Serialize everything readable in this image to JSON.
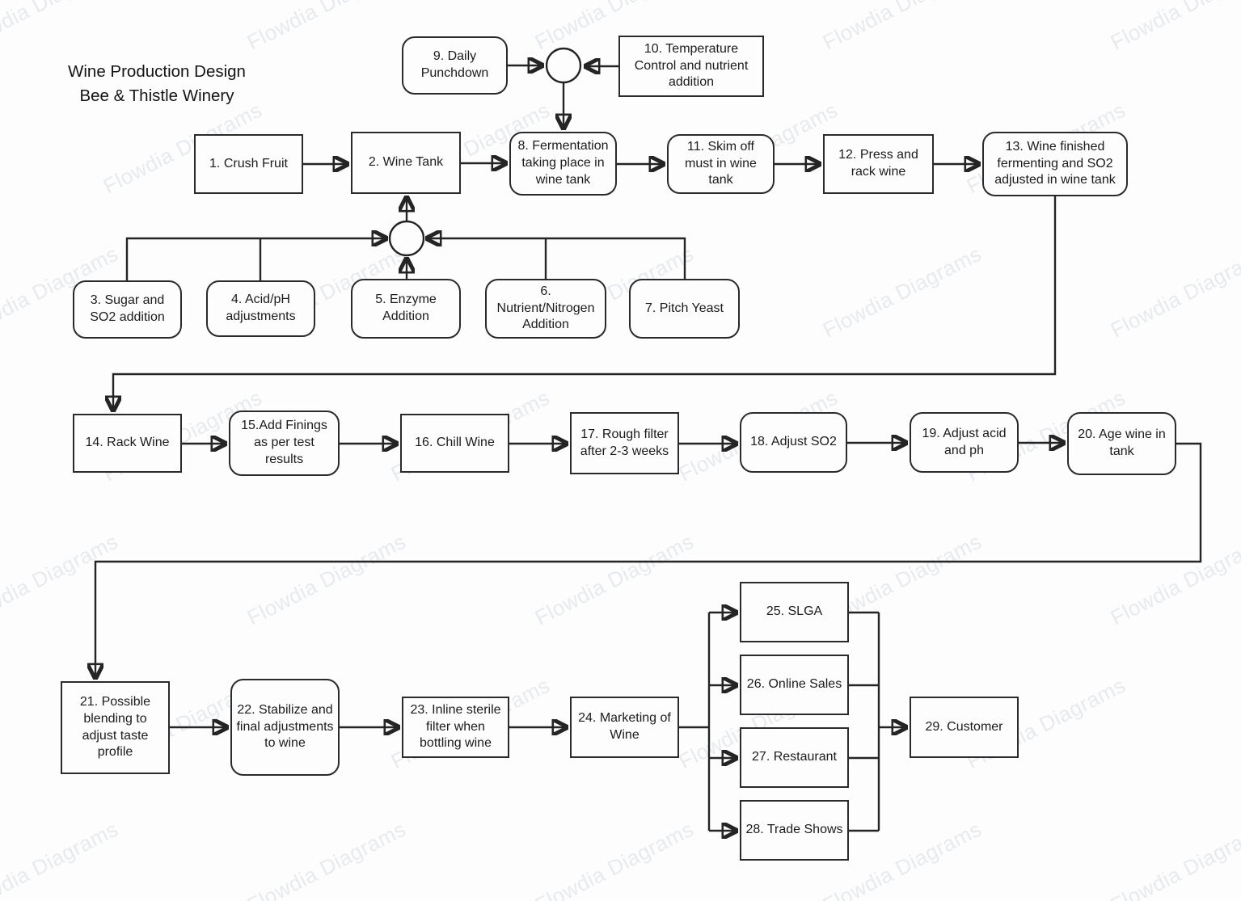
{
  "title": {
    "line1": "Wine Production Design",
    "line2": "Bee & Thistle Winery"
  },
  "watermark": {
    "text": "Flowdia Diagrams"
  },
  "diagram": {
    "nodes": [
      {
        "id": "1",
        "label": "1. Crush Fruit",
        "shape": "rect"
      },
      {
        "id": "2",
        "label": "2. Wine Tank",
        "shape": "rect"
      },
      {
        "id": "3",
        "label": "3. Sugar and SO2 addition",
        "shape": "rounded"
      },
      {
        "id": "4",
        "label": "4. Acid/pH adjustments",
        "shape": "rounded"
      },
      {
        "id": "5",
        "label": "5. Enzyme Addition",
        "shape": "rounded"
      },
      {
        "id": "6",
        "label": "6. Nutrient/Nitrogen Addition",
        "shape": "rounded"
      },
      {
        "id": "7",
        "label": "7. Pitch Yeast",
        "shape": "rounded"
      },
      {
        "id": "8",
        "label": "8. Fermentation taking place in wine tank",
        "shape": "rounded"
      },
      {
        "id": "9",
        "label": "9. Daily Punchdown",
        "shape": "rounded"
      },
      {
        "id": "10",
        "label": "10. Temperature Control and nutrient addition",
        "shape": "rect"
      },
      {
        "id": "11",
        "label": "11. Skim off must in wine tank",
        "shape": "rounded"
      },
      {
        "id": "12",
        "label": "12. Press and rack wine",
        "shape": "rect"
      },
      {
        "id": "13",
        "label": "13. Wine finished fermenting and SO2 adjusted in wine tank",
        "shape": "rounded"
      },
      {
        "id": "14",
        "label": "14. Rack Wine",
        "shape": "rect"
      },
      {
        "id": "15",
        "label": "15.Add Finings as per test results",
        "shape": "rounded"
      },
      {
        "id": "16",
        "label": "16. Chill Wine",
        "shape": "rect"
      },
      {
        "id": "17",
        "label": "17. Rough filter after 2-3 weeks",
        "shape": "rect"
      },
      {
        "id": "18",
        "label": "18. Adjust SO2",
        "shape": "rounded"
      },
      {
        "id": "19",
        "label": "19. Adjust acid and ph",
        "shape": "rounded"
      },
      {
        "id": "20",
        "label": "20. Age wine in tank",
        "shape": "rounded"
      },
      {
        "id": "21",
        "label": "21. Possible blending to adjust taste profile",
        "shape": "rect"
      },
      {
        "id": "22",
        "label": "22. Stabilize and final adjustments to wine",
        "shape": "rounded"
      },
      {
        "id": "23",
        "label": "23. Inline sterile filter when bottling wine",
        "shape": "rect"
      },
      {
        "id": "24",
        "label": "24. Marketing of Wine",
        "shape": "rect"
      },
      {
        "id": "25",
        "label": "25. SLGA",
        "shape": "rect"
      },
      {
        "id": "26",
        "label": "26. Online Sales",
        "shape": "rect"
      },
      {
        "id": "27",
        "label": "27. Restaurant",
        "shape": "rect"
      },
      {
        "id": "28",
        "label": "28. Trade Shows",
        "shape": "rect"
      },
      {
        "id": "29",
        "label": "29. Customer",
        "shape": "rect"
      }
    ],
    "junctions": [
      {
        "id": "junction-a",
        "desc": "merge circle feeding fermentation (9 and 10 in, 8 out)"
      },
      {
        "id": "junction-b",
        "desc": "merge circle feeding wine tank (3,4,5,6,7 in, 2 out)"
      }
    ],
    "edges": [
      {
        "from": "1",
        "to": "2"
      },
      {
        "from": "2",
        "to": "8"
      },
      {
        "from": "8",
        "to": "11"
      },
      {
        "from": "11",
        "to": "12"
      },
      {
        "from": "12",
        "to": "13"
      },
      {
        "from": "9",
        "to": "junction-a"
      },
      {
        "from": "10",
        "to": "junction-a"
      },
      {
        "from": "junction-a",
        "to": "8"
      },
      {
        "from": "3",
        "to": "junction-b"
      },
      {
        "from": "4",
        "to": "junction-b"
      },
      {
        "from": "5",
        "to": "junction-b"
      },
      {
        "from": "6",
        "to": "junction-b"
      },
      {
        "from": "7",
        "to": "junction-b"
      },
      {
        "from": "junction-b",
        "to": "2"
      },
      {
        "from": "13",
        "to": "14"
      },
      {
        "from": "14",
        "to": "15"
      },
      {
        "from": "15",
        "to": "16"
      },
      {
        "from": "16",
        "to": "17"
      },
      {
        "from": "17",
        "to": "18"
      },
      {
        "from": "18",
        "to": "19"
      },
      {
        "from": "19",
        "to": "20"
      },
      {
        "from": "20",
        "to": "21"
      },
      {
        "from": "21",
        "to": "22"
      },
      {
        "from": "22",
        "to": "23"
      },
      {
        "from": "23",
        "to": "24"
      },
      {
        "from": "24",
        "to": "25"
      },
      {
        "from": "24",
        "to": "26"
      },
      {
        "from": "24",
        "to": "27"
      },
      {
        "from": "24",
        "to": "28"
      },
      {
        "from": "25",
        "to": "29"
      },
      {
        "from": "26",
        "to": "29"
      },
      {
        "from": "27",
        "to": "29"
      },
      {
        "from": "28",
        "to": "29"
      }
    ],
    "colors": {
      "line": "#242424",
      "text": "#1b1b1b",
      "watermark": "#e7eaee",
      "background": "#fdfdfd"
    }
  }
}
